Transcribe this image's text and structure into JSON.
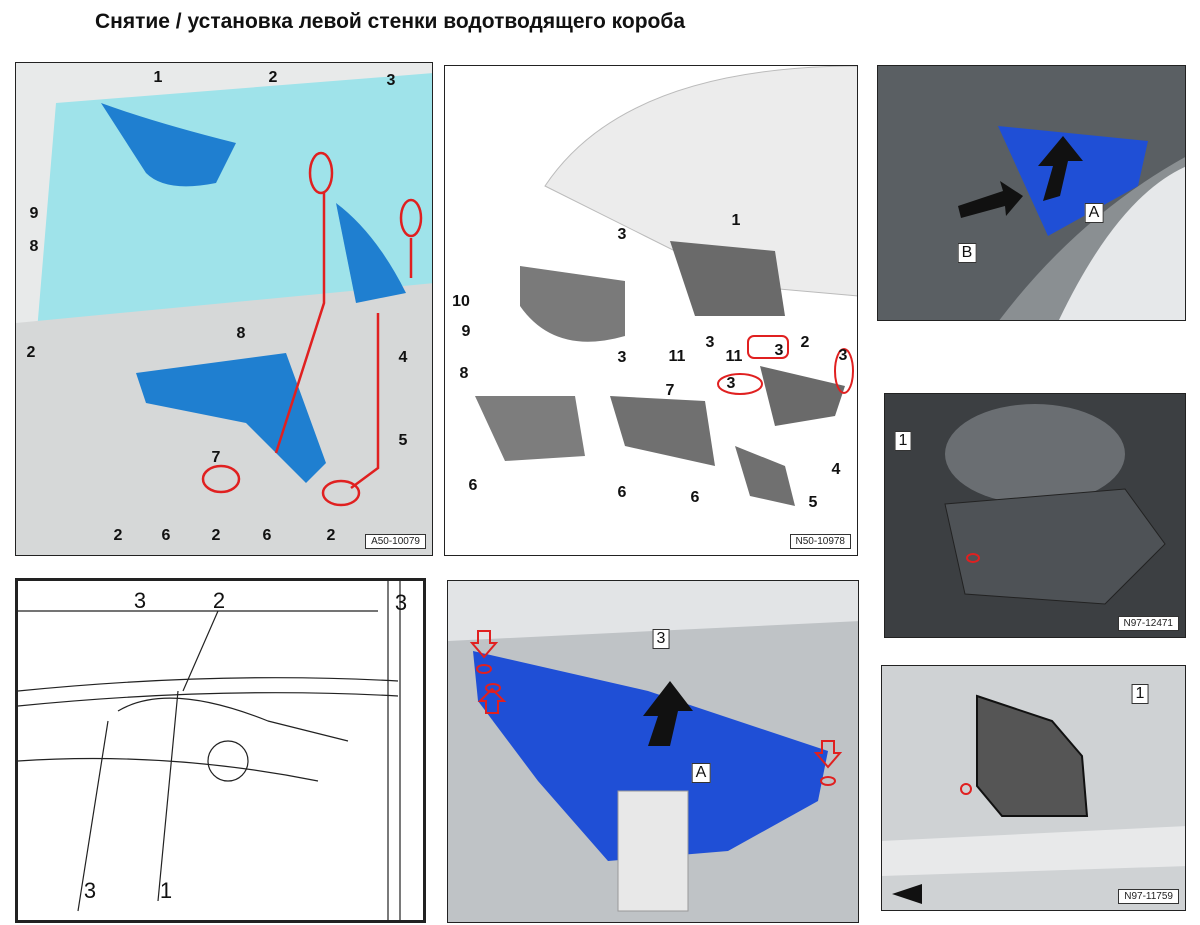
{
  "title": "Снятие / установка левой стенки водотводящего короба",
  "panel1": {
    "code": "A50-10079",
    "labels": [
      "1",
      "2",
      "3",
      "9",
      "8",
      "2",
      "8",
      "4",
      "7",
      "5",
      "2",
      "6",
      "2",
      "6",
      "2"
    ]
  },
  "panel2": {
    "code": "N50-10978",
    "labels": [
      "1",
      "3",
      "10",
      "9",
      "3",
      "11",
      "3",
      "11",
      "3",
      "2",
      "3",
      "3",
      "8",
      "7",
      "6",
      "6",
      "6",
      "5",
      "4"
    ]
  },
  "panel3": {
    "labels": [
      "A",
      "B"
    ]
  },
  "panel4": {
    "code": "N97-12471",
    "labels": [
      "1"
    ]
  },
  "panel5": {
    "labels": [
      "3",
      "2",
      "3",
      "3",
      "1"
    ]
  },
  "panel6": {
    "labels": [
      "3",
      "A"
    ]
  },
  "panel7": {
    "code": "N97-11759",
    "labels": [
      "1"
    ]
  },
  "colors": {
    "part_blue": "#1f4fd6",
    "glass_cyan": "#9fe3ea",
    "highlight_red": "#e02020",
    "fastener_yellow": "#e8b020"
  }
}
